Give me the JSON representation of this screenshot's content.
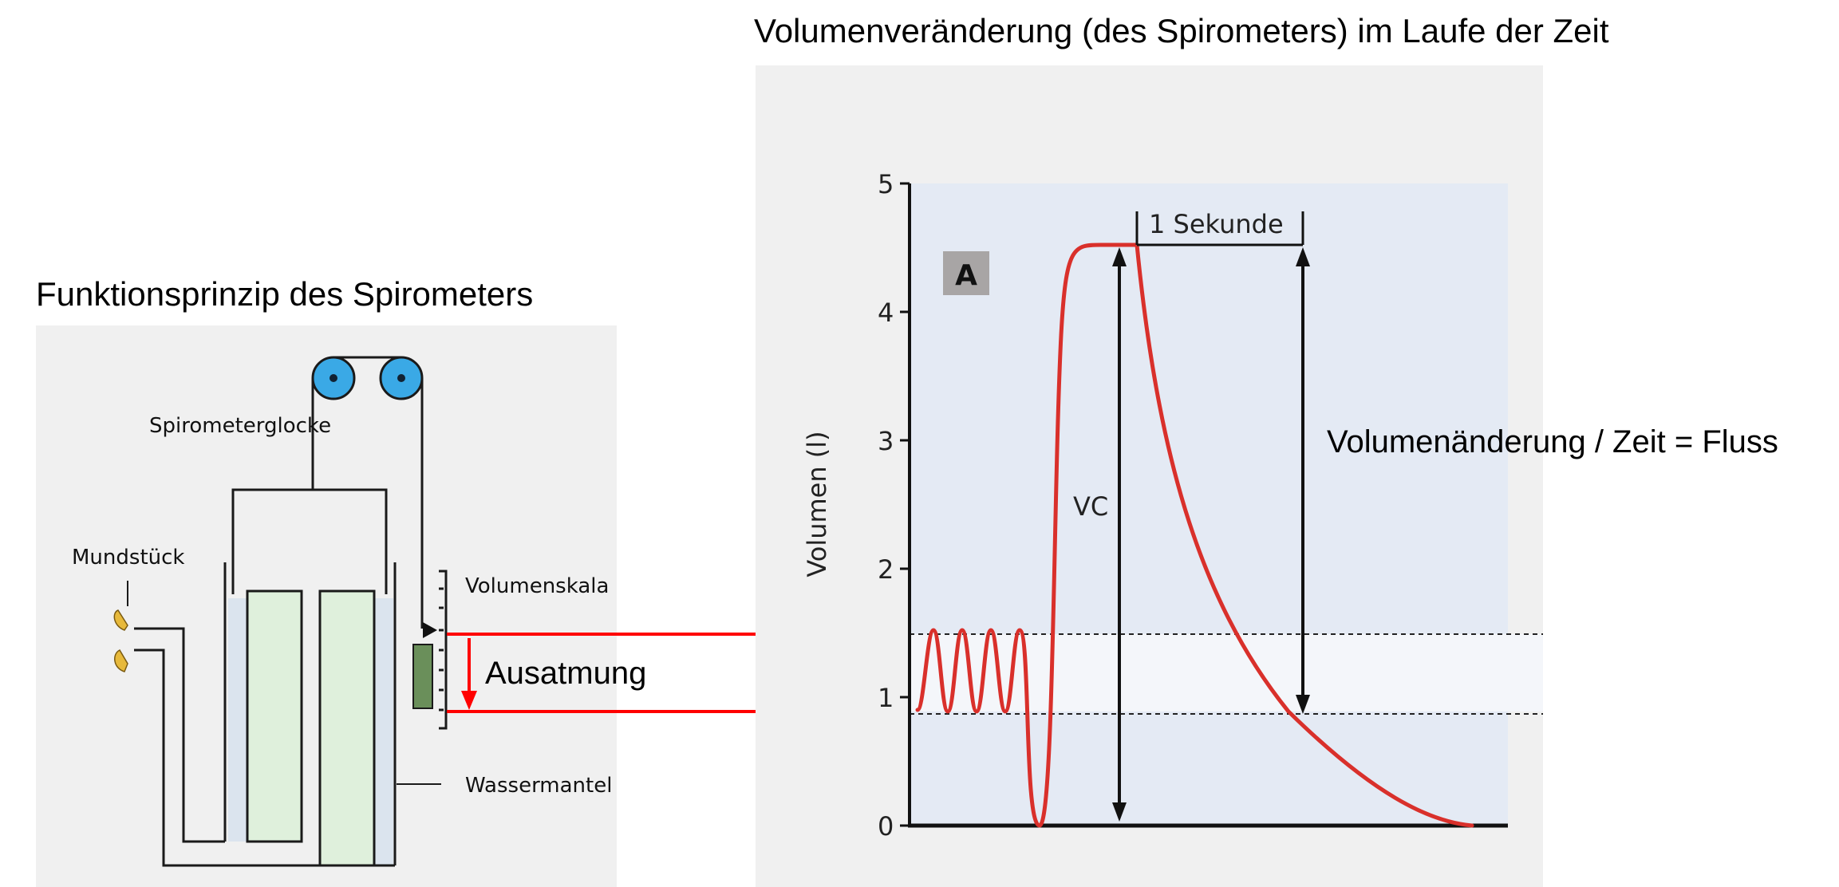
{
  "left_title": "Funktionsprinzip des Spirometers",
  "right_title": "Volumenveränderung (des Spirometers) im Laufe der Zeit",
  "labels": {
    "spirometerglocke": "Spirometerglocke",
    "mundstueck": "Mundstück",
    "volumenskala": "Volumenskala",
    "wassermantel": "Wassermantel",
    "ausatmung": "Ausatmung"
  },
  "chart": {
    "panel_badge": "A",
    "ylabel": "Volumen (l)",
    "yticks": [
      "0",
      "1",
      "2",
      "3",
      "4",
      "5"
    ],
    "vc_label": "VC",
    "second_label": "1 Sekunde",
    "flow_text": "Volumenänderung / Zeit =  Fluss"
  },
  "colors": {
    "curve": "#d9302b",
    "arrow": "#ff0000",
    "panel_bg": "#f0f0f0",
    "plot_bg": "#e4eaf4",
    "pulley": "#3aa9e6",
    "cylinder": "#dff0dc"
  }
}
